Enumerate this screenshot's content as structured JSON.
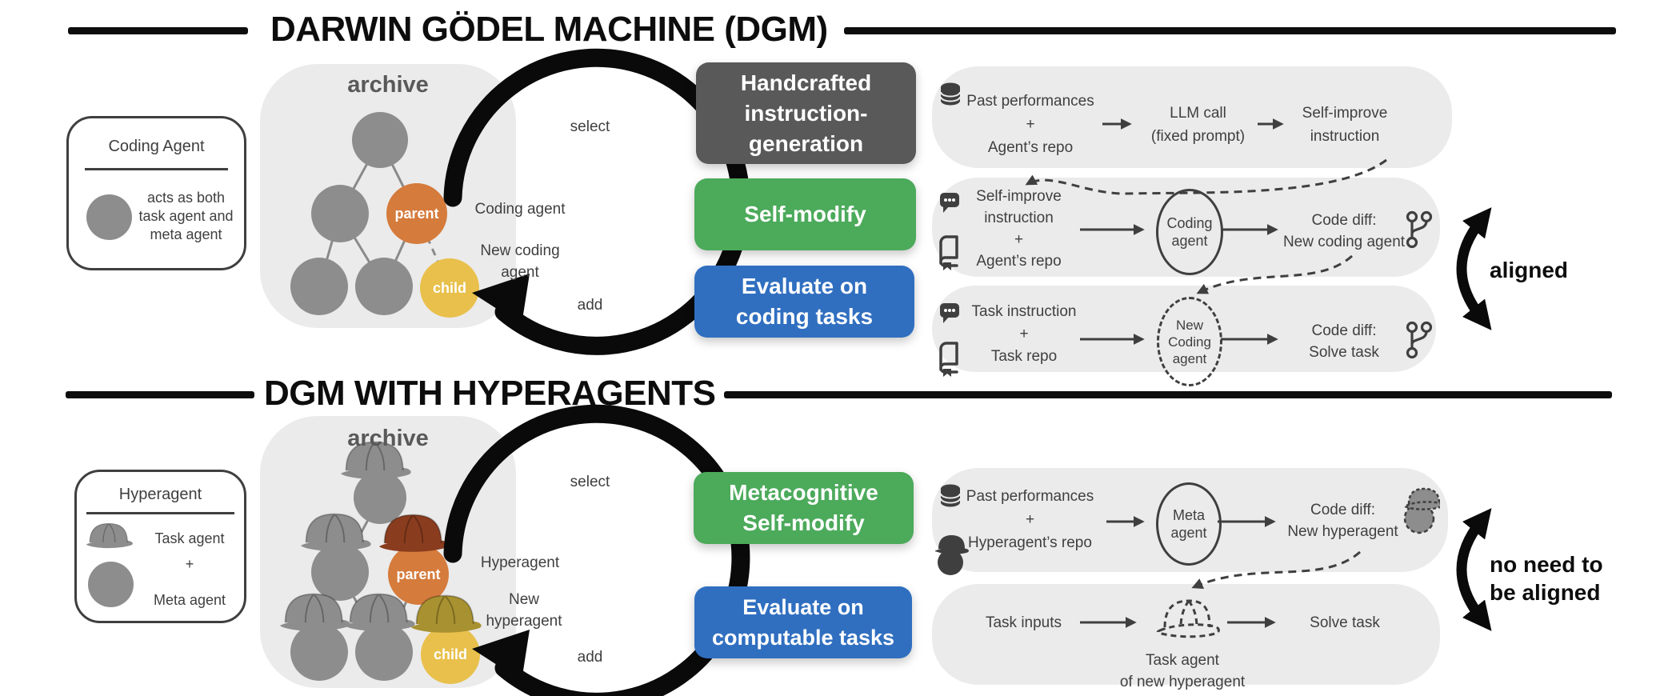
{
  "colors": {
    "blob": "#ebebeb",
    "dark_box": "#595959",
    "green": "#4caa5b",
    "blue": "#306fc0",
    "gray_agent": "#8d8d8d",
    "parent": "#d57b3c",
    "child": "#e8c04b",
    "parent_cap": "#8a3c1e",
    "child_cap": "#a89130",
    "text": "#3f3f3f",
    "black": "#0d0d0d"
  },
  "icons": {
    "database": "database-icon",
    "chat": "chat-bubble-icon",
    "repo": "repo-book-icon",
    "git_branch": "git-branch-icon",
    "cap": "task-agent-cap-icon",
    "agent_circle": "agent-circle-icon",
    "hyperagent": "hyperagent-cap-circle-icon"
  },
  "dgm": {
    "title": "DARWIN GÖDEL MACHINE (DGM)",
    "legend": {
      "title": "Coding Agent",
      "desc_line1": "acts as both",
      "desc_line2": "task agent and",
      "desc_line3": "meta agent"
    },
    "archive": {
      "label": "archive",
      "parent": "parent",
      "child": "child",
      "select": "select",
      "add": "add",
      "parent_note": "Coding agent",
      "child_note_line1": "New coding",
      "child_note_line2": "agent"
    },
    "boxes": {
      "handcrafted_line1": "Handcrafted",
      "handcrafted_line2": "instruction-",
      "handcrafted_line3": "generation",
      "self_modify": "Self-modify",
      "evaluate_line1": "Evaluate on",
      "evaluate_line2": "coding tasks"
    },
    "row1": {
      "in1": "Past performances",
      "plus": "+",
      "in2": "Agent’s repo",
      "mid_line1": "LLM call",
      "mid_line2": "(fixed prompt)",
      "out_line1": "Self-improve",
      "out_line2": "instruction"
    },
    "row2": {
      "in1_line1": "Self-improve",
      "in1_line2": "instruction",
      "plus": "+",
      "in2": "Agent’s repo",
      "node_line1": "Coding",
      "node_line2": "agent",
      "out_line1": "Code diff:",
      "out_line2": "New coding agent"
    },
    "row3": {
      "in1": "Task instruction",
      "plus": "+",
      "in2": "Task repo",
      "node_line1": "New",
      "node_line2": "Coding",
      "node_line3": "agent",
      "out_line1": "Code diff:",
      "out_line2": "Solve task"
    },
    "aligned": "aligned"
  },
  "hyper": {
    "title": "DGM WITH HYPERAGENTS",
    "legend": {
      "title": "Hyperagent",
      "task_agent": "Task agent",
      "plus": "+",
      "meta_agent": "Meta agent"
    },
    "archive": {
      "label": "archive",
      "parent": "parent",
      "child": "child",
      "select": "select",
      "add": "add",
      "parent_note": "Hyperagent",
      "child_note_line1": "New",
      "child_note_line2": "hyperagent"
    },
    "boxes": {
      "meta_line1": "Metacognitive",
      "meta_line2": "Self-modify",
      "evaluate_line1": "Evaluate on",
      "evaluate_line2": "computable tasks"
    },
    "row1": {
      "in1": "Past performances",
      "plus": "+",
      "in2": "Hyperagent’s repo",
      "node_line1": "Meta",
      "node_line2": "agent",
      "out_line1": "Code diff:",
      "out_line2": "New hyperagent"
    },
    "row2": {
      "in1": "Task inputs",
      "caption_line1": "Task agent",
      "caption_line2": "of new hyperagent",
      "out": "Solve task"
    },
    "note_line1": "no need to",
    "note_line2": "be aligned"
  }
}
